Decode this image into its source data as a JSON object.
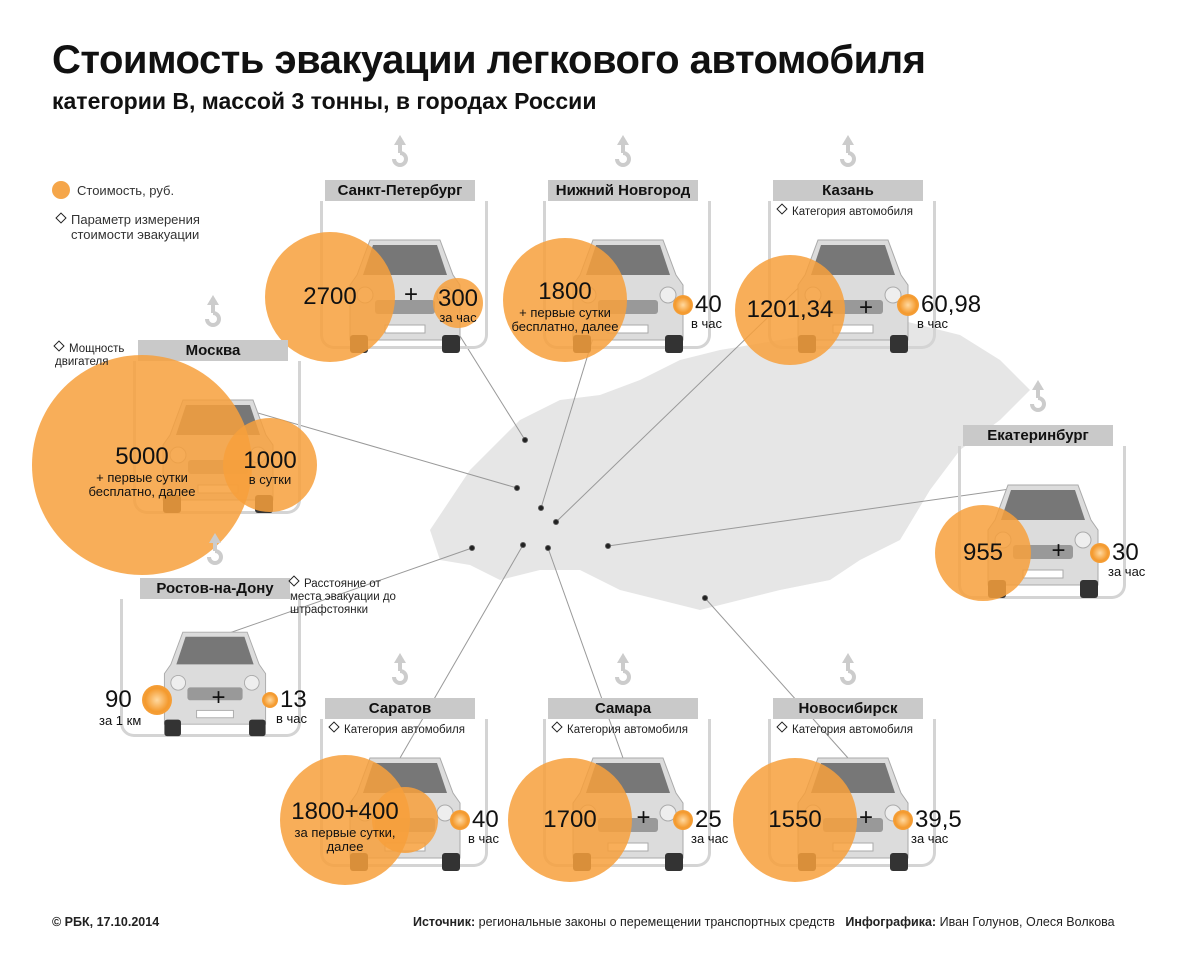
{
  "title": "Стоимость эвакуации легкового автомобиля",
  "subtitle": "категории B, массой 3 тонны, в городах России",
  "legend": {
    "cost": "Стоимость, руб.",
    "param": "Параметр измерения стоимости эвакуации"
  },
  "colors": {
    "accent": "#f5a64a",
    "bar": "#c9c9c9",
    "map": "#e6e6e6"
  },
  "cities": [
    {
      "name": "Санкт-Петербург",
      "main": "2700",
      "plus": "+",
      "second": "300",
      "second_note": "за час"
    },
    {
      "name": "Нижний Новгород",
      "main": "1800",
      "main_note": "+ первые сутки бесплатно, далее",
      "second": "40",
      "second_note": "в час"
    },
    {
      "name": "Казань",
      "param": "Категория автомобиля",
      "main": "1201,34",
      "plus": "+",
      "second": "60,98",
      "second_note": "в час"
    },
    {
      "name": "Москва",
      "param": "Мощность двигателя",
      "main": "5000",
      "main_note": "+ первые сутки бесплатно, далее",
      "second": "1000",
      "second_note": "в сутки"
    },
    {
      "name": "Екатеринбург",
      "main": "955",
      "plus": "+",
      "second": "30",
      "second_note": "за час"
    },
    {
      "name": "Ростов-на-Дону",
      "param": "Расстояние от места эвакуации до штрафстоянки",
      "main": "90",
      "main_note": "за 1 км",
      "plus": "+",
      "second": "13",
      "second_note": "в час"
    },
    {
      "name": "Саратов",
      "param": "Категория автомобиля",
      "main": "1800+400",
      "main_note": "за первые сутки, далее",
      "second": "40",
      "second_note": "в час"
    },
    {
      "name": "Самара",
      "param": "Категория автомобиля",
      "main": "1700",
      "plus": "+",
      "second": "25",
      "second_note": "за час"
    },
    {
      "name": "Новосибирск",
      "param": "Категория автомобиля",
      "main": "1550",
      "plus": "+",
      "second": "39,5",
      "second_note": "за час"
    }
  ],
  "footer": {
    "copyright": "© РБК, 17.10.2014",
    "source_label": "Источник:",
    "source": "региональные законы о перемещении транспортных средств",
    "credits_label": "Инфографика:",
    "credits": "Иван Голунов, Олеся Волкова"
  }
}
